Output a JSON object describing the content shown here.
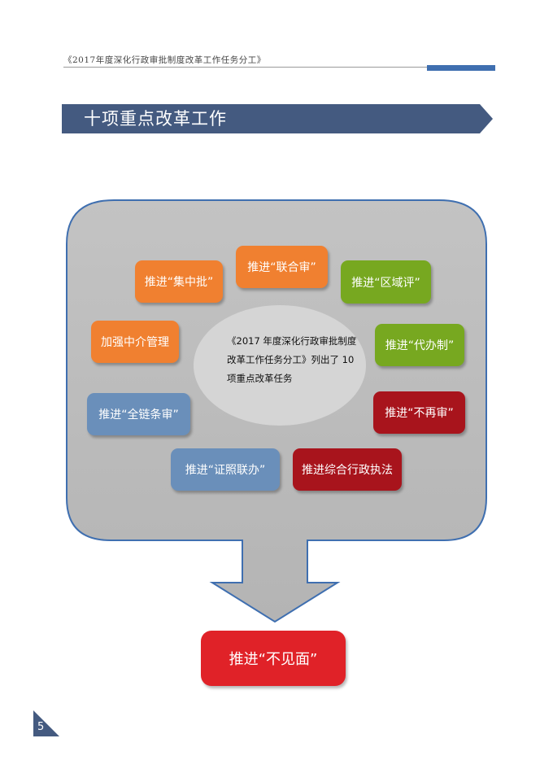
{
  "header": {
    "doc_title": "《2017年度深化行政审批制度改革工作任务分工》",
    "accent_color": "#3f6fb0"
  },
  "section": {
    "title": "十项重点改革工作",
    "banner_color": "#445a80"
  },
  "diagram": {
    "center_text": "《2017 年度深化行政审批制度改革工作任务分工》列出了 10 项重点改革任务",
    "tasks": [
      {
        "label": "推进“集中批”",
        "color": "#f08030"
      },
      {
        "label": "推进“联合审”",
        "color": "#f08030"
      },
      {
        "label": "推进“区域评”",
        "color": "#77a820"
      },
      {
        "label": "加强中介管理",
        "color": "#f08030"
      },
      {
        "label": "推进“代办制”",
        "color": "#77a820"
      },
      {
        "label": "推进“全链条审”",
        "color": "#6a8fba"
      },
      {
        "label": "推进“不再审”",
        "color": "#a8141c"
      },
      {
        "label": "推进“证照联办”",
        "color": "#6a8fba"
      },
      {
        "label": "推进综合行政执法",
        "color": "#a8141c"
      }
    ],
    "result": {
      "label": "推进“不见面”",
      "color": "#e02228"
    }
  },
  "footer": {
    "page_number": "5"
  }
}
